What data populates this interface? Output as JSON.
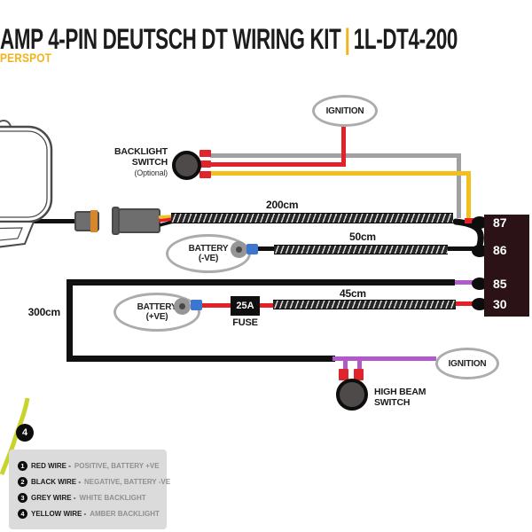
{
  "header": {
    "title_main": "AMP 4-PIN DEUTSCH DT WIRING KIT",
    "title_separator": "|",
    "title_code": "1L-DT4-200",
    "subtitle": "PERSPOT"
  },
  "colors": {
    "amber": "#F2B31D",
    "wire_red": "#E22128",
    "wire_grey": "#A1A1A4",
    "wire_yellow": "#F2BF1D",
    "wire_purple": "#B05BC9",
    "wire_black": "#101010",
    "wire_yellow_green": "#C9D32E",
    "relay_body": "#2A1216",
    "fuse_body": "#0F0F0F",
    "crimp_blue": "#3B76D1",
    "connector_orange": "#D8862B",
    "legend_bg": "#DBDBDB",
    "oval_stroke": "#ACACAC"
  },
  "labels": {
    "ignition_top": "IGNITION",
    "ignition_bottom": "IGNITION",
    "backlight_switch": [
      "BACKLIGHT",
      "SWITCH",
      "(Optional)"
    ],
    "battery_neg": [
      "BATTERY",
      "(-VE)"
    ],
    "battery_pos": [
      "BATTERY",
      "(+VE)"
    ],
    "high_beam_switch": [
      "HIGH BEAM",
      "SWITCH"
    ],
    "fuse_rating": "25A",
    "fuse": "FUSE",
    "len_200": "200cm",
    "len_50": "50cm",
    "len_45": "45cm",
    "len_300": "300cm",
    "badge_4": "4"
  },
  "relay": {
    "pins": [
      "87",
      "86",
      "85",
      "30"
    ]
  },
  "legend": {
    "items": [
      {
        "num": "1",
        "bold": "RED WIRE -",
        "rest": "POSITIVE, BATTERY +VE"
      },
      {
        "num": "2",
        "bold": "BLACK WIRE -",
        "rest": "NEGATIVE, BATTERY -VE"
      },
      {
        "num": "3",
        "bold": "GREY WIRE -",
        "rest": "WHITE BACKLIGHT"
      },
      {
        "num": "4",
        "bold": "YELLOW WIRE -",
        "rest": "AMBER BACKLIGHT"
      }
    ]
  }
}
